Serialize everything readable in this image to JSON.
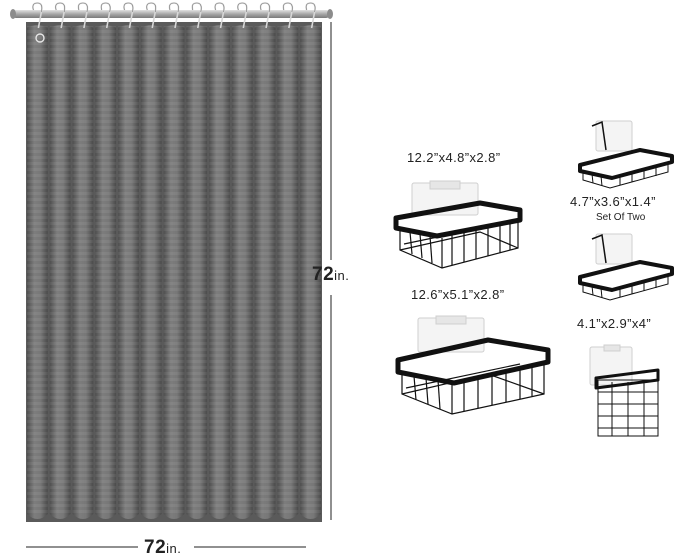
{
  "curtain": {
    "height_value": "72",
    "height_unit": "in.",
    "width_value": "72",
    "width_unit": "in."
  },
  "caddies": [
    {
      "size": "12.2”x4.8”x2.8”"
    },
    {
      "size": "12.6”x5.1”x2.8”"
    },
    {
      "size": "4.7”x3.6”x1.4”",
      "note": "Set Of Two"
    },
    {
      "size": "4.1”x2.9”x4”"
    }
  ],
  "colors": {
    "fabric": "#6e6e6e",
    "fabric_light": "#8a8a8a",
    "fabric_dark": "#4a4a4a",
    "rod": "#b9b9b9",
    "metal": "#111111",
    "pad": "#f3f3f3"
  }
}
